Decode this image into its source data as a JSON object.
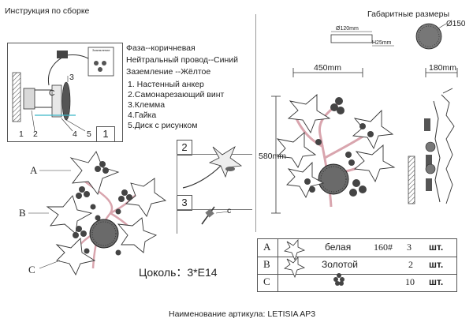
{
  "header": {
    "left_title": "Инструкция по сборке",
    "right_title": "Габаритные размеры"
  },
  "wiring": {
    "label_box_title": "Заземление",
    "phase": "Фаза--коричневая",
    "neutral": "Нейтральный провод--Синий",
    "ground": "Заземление --Жёлтое",
    "callouts": [
      "1",
      "2",
      "3",
      "4",
      "5"
    ],
    "label_c": "C",
    "step_box": "1"
  },
  "parts": {
    "items": [
      "1. Настенный анкер",
      "2.Самонарезающий винт",
      "3.Клемма",
      "4.Гайка",
      "5.Диск с рисунком"
    ]
  },
  "steps": {
    "two": "2",
    "three": "3",
    "c_mark": "c"
  },
  "front_view": {
    "letters": [
      "A",
      "B",
      "C"
    ],
    "socket": "Цоколь：3*E14"
  },
  "dimensions": {
    "disc_small": "Ø120mm",
    "h25": "H25mm",
    "disc_large": "Ø150",
    "width": "450mm",
    "height": "580mm",
    "depth": "180mm"
  },
  "table": {
    "rows": [
      {
        "letter": "A",
        "name": "белая",
        "code": "160#",
        "qty": "3",
        "unit": "шт."
      },
      {
        "letter": "B",
        "name": "Золотой",
        "code": "",
        "qty": "2",
        "unit": "шт."
      },
      {
        "letter": "C",
        "name": "",
        "code": "",
        "qty": "10",
        "unit": "шт."
      }
    ]
  },
  "footer": {
    "article": "Наименование артикула: LETISIA AP3"
  }
}
